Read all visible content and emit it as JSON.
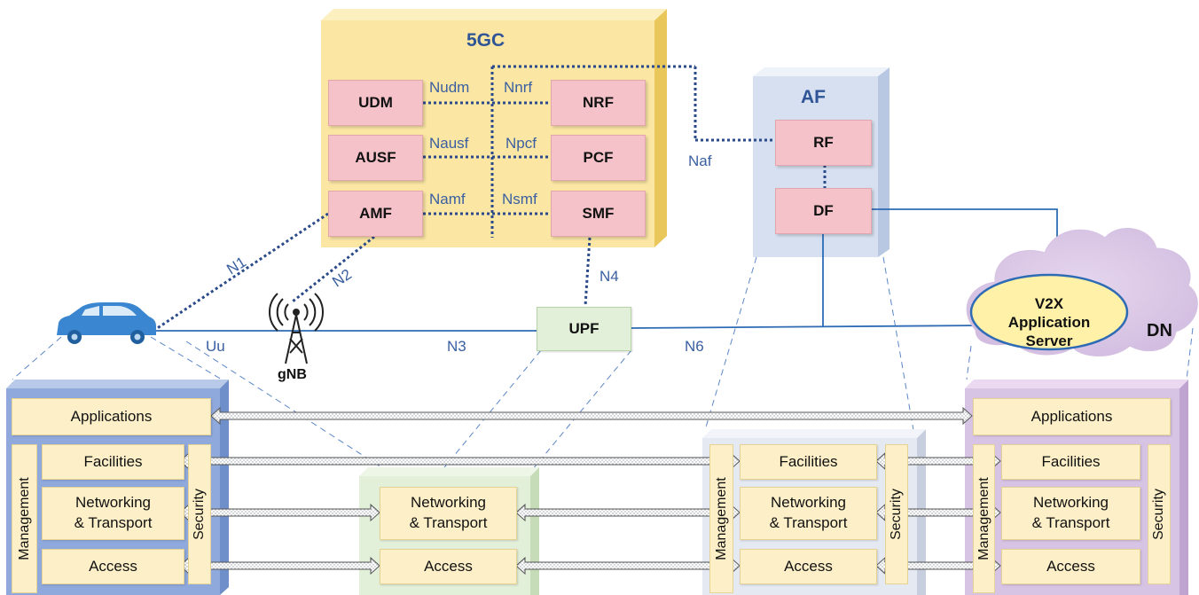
{
  "core": {
    "title": "5GC"
  },
  "nfs": {
    "udm": "UDM",
    "nrf": "NRF",
    "ausf": "AUSF",
    "pcf": "PCF",
    "amf": "AMF",
    "smf": "SMF"
  },
  "interfaces": {
    "nudm": "Nudm",
    "nnrf": "Nnrf",
    "nausf": "Nausf",
    "npcf": "Npcf",
    "namf": "Namf",
    "nsmf": "Nsmf",
    "naf": "Naf",
    "n1": "N1",
    "n2": "N2",
    "n3": "N3",
    "n4": "N4",
    "n6": "N6",
    "uu": "Uu"
  },
  "af": {
    "title": "AF",
    "rf": "RF",
    "df": "DF"
  },
  "ran": {
    "gnb": "gNB",
    "upf": "UPF"
  },
  "dn": {
    "label": "DN",
    "server": [
      "V2X",
      "Application",
      "Server"
    ]
  },
  "stack": {
    "applications": "Applications",
    "facilities": "Facilities",
    "networking": [
      "Networking",
      "& Transport"
    ],
    "access": "Access",
    "management": "Management",
    "security": "Security"
  },
  "colors": {
    "core_box": "#fbe6a4",
    "af_box": "#d6e0f0",
    "nf_box": "#f4c2c8",
    "upf_box": "#e2efd9",
    "stack_blue": "#8fa9dc",
    "stack_green": "#e2efd9",
    "stack_lavender": "#e4e9f2",
    "stack_purple": "#d7c3e3",
    "layer_box": "#fdf0c8",
    "line_blue": "#2e6bb5",
    "dotted_navy": "#2a4a8a",
    "cloud": "#d7c3e3",
    "server_ellipse": "#fff2a8"
  },
  "icons": {
    "vehicle": "car-icon",
    "base_station": "antenna-tower-icon"
  }
}
